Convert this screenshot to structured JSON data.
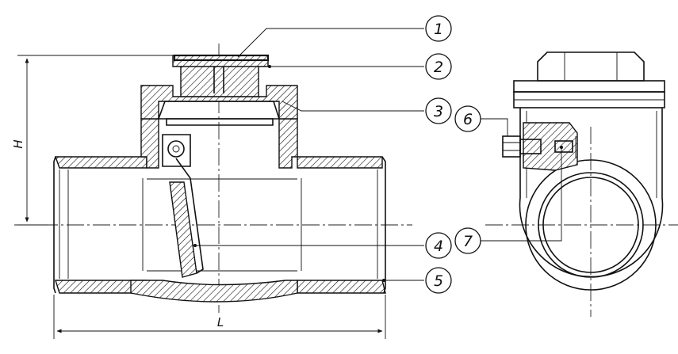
{
  "callouts": [
    {
      "id": "1",
      "label": "1"
    },
    {
      "id": "2",
      "label": "2"
    },
    {
      "id": "3",
      "label": "3"
    },
    {
      "id": "4",
      "label": "4"
    },
    {
      "id": "5",
      "label": "5"
    },
    {
      "id": "6",
      "label": "6"
    },
    {
      "id": "7",
      "label": "7"
    }
  ],
  "dimensions": {
    "height_label": "H",
    "length_label": "L"
  }
}
